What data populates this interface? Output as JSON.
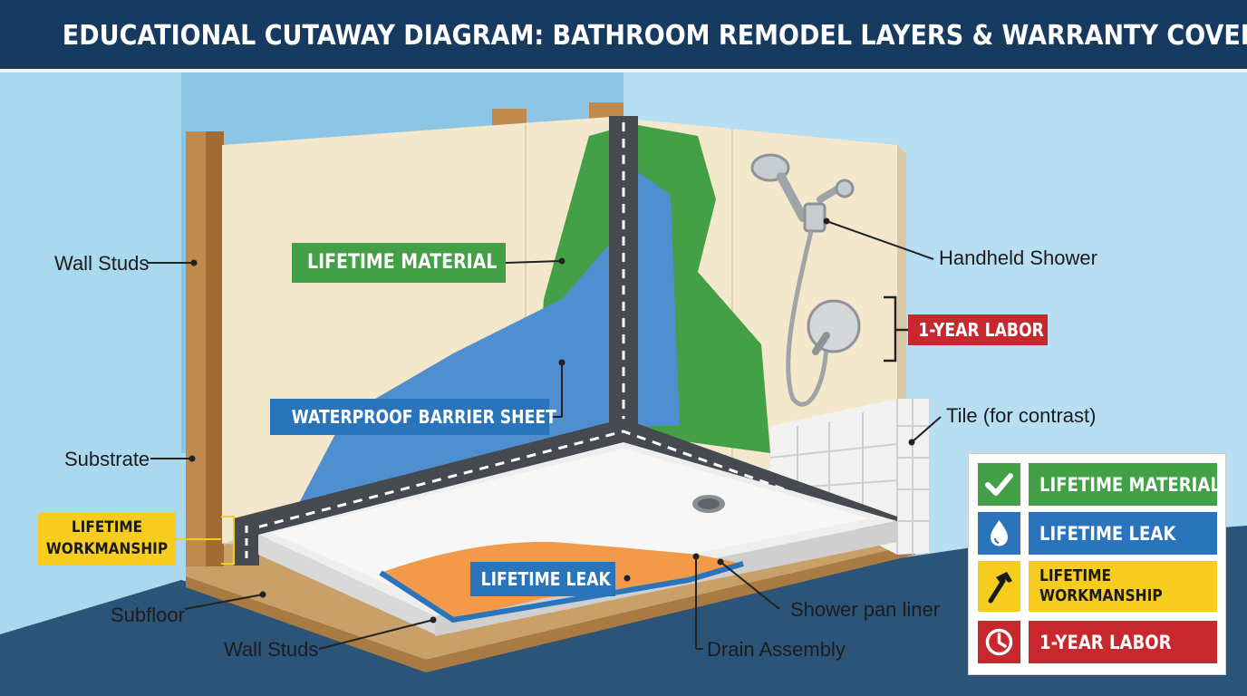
{
  "title": "EDUCATIONAL CUTAWAY DIAGRAM: BATHROOM REMODEL LAYERS & WARRANTY COVERAGE ZONES",
  "labels": {
    "wall_studs_top": "Wall Studs",
    "substrate": "Substrate",
    "subfloor": "Subfloor",
    "wall_studs_bottom": "Wall Studs",
    "drain_assembly": "Drain Assembly",
    "shower_pan_liner": "Shower pan liner",
    "tile": "Tile (for contrast)",
    "handheld_shower": "Handheld Shower"
  },
  "zone_tags": {
    "lifetime_material": "LIFETIME MATERIAL",
    "waterproof_barrier": "WATERPROOF BARRIER SHEET",
    "lifetime_leak": "LIFETIME LEAK",
    "one_year_labor": "1-YEAR LABOR",
    "workmanship_line1": "LIFETIME",
    "workmanship_line2": "WORKMANSHIP"
  },
  "legend": {
    "items": [
      {
        "label": "LIFETIME MATERIAL",
        "icon": "checkmark-icon",
        "color": "#43a047"
      },
      {
        "label": "LIFETIME LEAK",
        "icon": "water-drop-icon",
        "color": "#2a74bb"
      },
      {
        "label_line1": "LIFETIME",
        "label_line2": "WORKMANSHIP",
        "icon": "hammer-icon",
        "color": "#f6cc1e"
      },
      {
        "label": "1-YEAR LABOR",
        "icon": "clock-icon",
        "color": "#c7282e"
      }
    ]
  },
  "colors": {
    "title_bar": "#173a60",
    "material_green": "#43a047",
    "leak_blue": "#2a74bb",
    "workmanship_yellow": "#f6cc1e",
    "labor_red": "#c7282e",
    "pan_orange": "#f2994a",
    "wall_cream": "#f4e8cc",
    "floor_navy": "#2c5478"
  }
}
